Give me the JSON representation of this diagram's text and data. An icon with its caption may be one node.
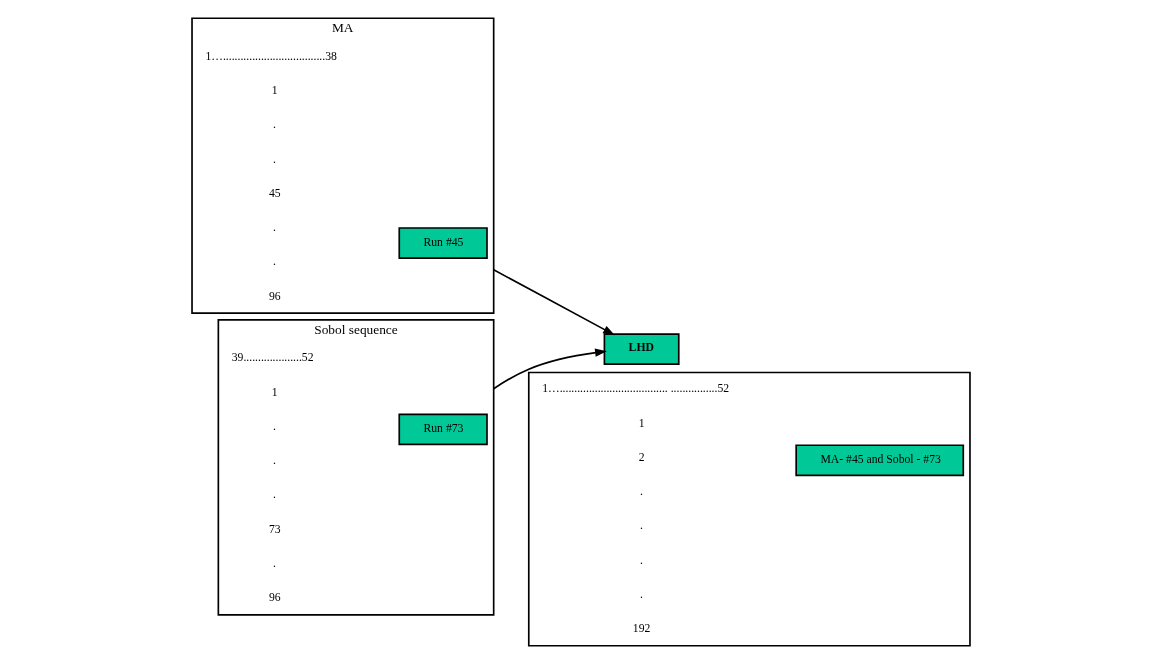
{
  "diagram": {
    "nodes": [
      {
        "text": [
          "MA"
        ],
        "beside": [
          "1…...................................38",
          "1",
          ".",
          ".",
          "45",
          ".",
          ".",
          "96"
        ]
      },
      {
        "text": [
          "Run #45"
        ],
        "in": 0
      },
      {
        "text": [
          "Sobol sequence"
        ],
        "beside": [
          "39....................52",
          "1",
          ".",
          ".",
          ".",
          "73",
          ".",
          "96"
        ]
      },
      {
        "text": [
          "Run #73"
        ],
        "in": 2
      },
      {
        "text": [
          "LHD"
        ]
      },
      {
        "text": [],
        "shape": "box",
        "beside": [
          "1…..................................... ................52",
          "1",
          "2",
          ".",
          ".",
          ".",
          ".",
          "192"
        ]
      },
      {
        "text": [
          "MA- #45 and Sobol - #73"
        ],
        "in": 5
      }
    ],
    "edges": [
      {
        "from": 0,
        "to": 4,
        "arrow": "to"
      },
      {
        "from": 2,
        "to": 4,
        "arrow": "to"
      }
    ]
  }
}
